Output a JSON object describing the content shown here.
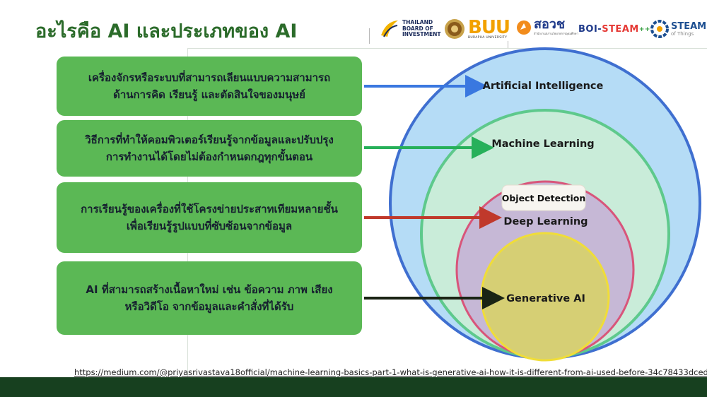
{
  "slide": {
    "title": "อะไรคือ AI และประเภทของ AI",
    "citation": "https://medium.com/@priyasrivastava18official/machine-learning-basics-part-1-what-is-generative-ai-how-it-is-different-from-ai-used-before-34c78433dced"
  },
  "logos": {
    "boi": {
      "line1": "THAILAND",
      "line2": "BOARD OF",
      "line3": "INVESTMENT"
    },
    "buu": {
      "name": "BUU",
      "sub": "BURAPHA UNIVERSITY"
    },
    "sorvor": {
      "name": "สอวช",
      "sub": "สำนักงานสภานโยบายการอุดมศึกษา"
    },
    "boisteam": {
      "part1": "BOI-",
      "part2": "STEAM",
      "sup": "++"
    },
    "steam": {
      "line1": "STEAM",
      "line2": "of Things"
    }
  },
  "descriptions": [
    {
      "text": "เครื่องจักรหรือระบบที่สามารถเลียนแบบความสามารถ\nด้านการคิด เรียนรู้ และตัดสินใจของมนุษย์",
      "arrow_color": "#3a78e0"
    },
    {
      "text": "วิธีการที่ทำให้คอมพิวเตอร์เรียนรู้จากข้อมูลและปรับปรุง\nการทำงานได้โดยไม่ต้องกำหนดกฎทุกขั้นตอน",
      "arrow_color": "#27b05a"
    },
    {
      "text": "การเรียนรู้ของเครื่องที่ใช้โครงข่ายประสาทเทียมหลายชั้น\nเพื่อเรียนรู้รูปแบบที่ซับซ้อนจากข้อมูล",
      "arrow_color": "#c0392b"
    },
    {
      "text": "AI ที่สามารถสร้างเนื้อหาใหม่ เช่น ข้อความ ภาพ เสียง\nหรือวิดีโอ จากข้อมูลและคำสั่งที่ได้รับ",
      "arrow_color": "#1a2414"
    }
  ],
  "circles": [
    {
      "label": "Artificial Intelligence",
      "fill": "#b5dcf6",
      "stroke": "#3f6fd0"
    },
    {
      "label": "Machine Learning",
      "fill": "#c9ecd9",
      "stroke": "#5ec98c"
    },
    {
      "label": "Deep Learning",
      "fill": "#c6b8d6",
      "stroke": "#d8557a"
    },
    {
      "label": "Generative AI",
      "fill": "#d6cf74",
      "stroke": "#f0dd38"
    }
  ],
  "tag": {
    "label": "Object Detection"
  },
  "colors": {
    "title": "#2b6b2a",
    "box": "#5bb855",
    "footer": "#17401f"
  }
}
